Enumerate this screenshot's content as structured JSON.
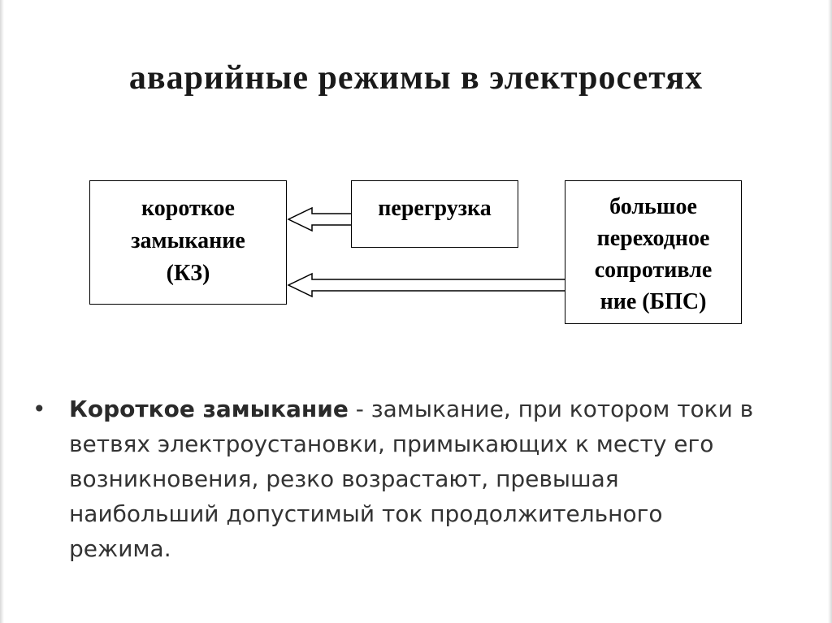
{
  "slide": {
    "title": "аварийные режимы в электросетях"
  },
  "diagram": {
    "boxes": {
      "short_circuit": {
        "lines": [
          "короткое",
          "замыкание",
          "(КЗ)"
        ]
      },
      "overload": {
        "lines": [
          "перегрузка"
        ]
      },
      "high_transition_resistance": {
        "lines": [
          "большое",
          "переходное",
          "сопротивле",
          "ние (БПС)"
        ]
      }
    },
    "arrows": [
      {
        "from": "overload",
        "to": "short_circuit"
      },
      {
        "from": "high_transition_resistance",
        "to": "short_circuit"
      }
    ]
  },
  "definition": {
    "bullet": "•",
    "term": "Короткое замыкание",
    "text": " - замыкание, при котором токи в ветвях электроустановки, примыкающих к месту его возникновения, резко возрастают, превышая наибольший допустимый ток продолжительного режима."
  }
}
